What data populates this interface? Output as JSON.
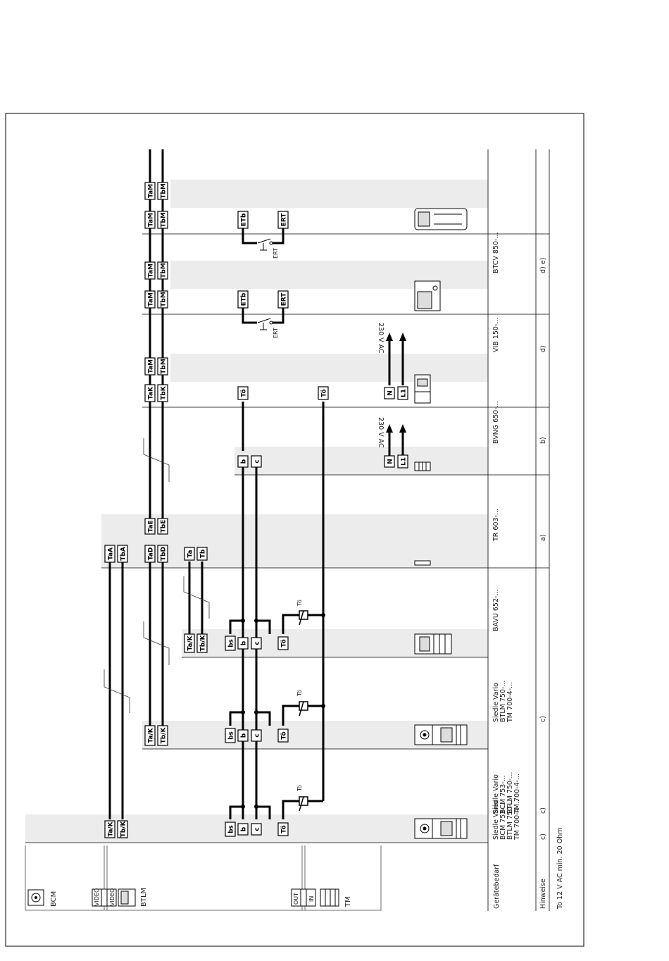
{
  "diagram": {
    "row_labels": {
      "devices": "Gerätebedarf",
      "notes": "Hinweise"
    },
    "footnote": "To 12 V AC min. 20 Ohm",
    "legend": {
      "bcm": "BCM",
      "btlm": "BTLM",
      "tm": "TM",
      "video1": "VIDEO",
      "video2": "VIDEO",
      "out": "OUT",
      "in": "IN"
    },
    "columns": [
      {
        "id": "c1",
        "devices": [
          "Siedle Vario",
          "BCM 753-...",
          "BTLM 750-...",
          "TM 700-4-..."
        ],
        "note": "c)",
        "terminals": [
          "Ta/K",
          "Tb/K",
          "bs",
          "b",
          "c",
          "Tö"
        ]
      },
      {
        "id": "c2",
        "devices": [
          "Siedle Vario",
          "BCM 753-...",
          "BTLM 750-...",
          "TM 700-4-..."
        ],
        "note": "c)",
        "terminals": [
          "Ta/K",
          "Tb/K",
          "bs",
          "b",
          "c",
          "Tö"
        ]
      },
      {
        "id": "c3",
        "devices": [
          "Siedle Vario",
          "BTLM 750-...",
          "TM 700-4-..."
        ],
        "note": "c)",
        "terminals": [
          "Ta/K",
          "Tb/K",
          "bs",
          "b",
          "c",
          "Tö"
        ]
      },
      {
        "id": "c4",
        "devices": [
          "BAVU 652-..."
        ],
        "note": "",
        "terminals": [
          "TaA",
          "TbA",
          "TaD",
          "TbD",
          "Ta",
          "Tb",
          "TaE",
          "TbE"
        ]
      },
      {
        "id": "c5",
        "devices": [
          "TR 603-..."
        ],
        "note": "a)",
        "terminals": [
          "b",
          "c",
          "N",
          "L1"
        ]
      },
      {
        "id": "c6",
        "devices": [
          "BVNG 650-..."
        ],
        "note": "b)",
        "terminals": [
          "TaK",
          "TbK",
          "Tö",
          "Tö",
          "N",
          "L1",
          "TaM",
          "TbM"
        ]
      },
      {
        "id": "c7",
        "devices": [
          "VIB 150-..."
        ],
        "note": "d)",
        "terminals": [
          "TaM",
          "TbM",
          "ETb",
          "ERT",
          "TaM",
          "TbM"
        ]
      },
      {
        "id": "c8",
        "devices": [
          "BTCV 850-..."
        ],
        "note": "d) e)",
        "terminals": [
          "TaM",
          "TbM",
          "ETb",
          "ERT",
          "TaM",
          "TbM"
        ]
      }
    ],
    "annotations": {
      "mains": "230 V AC",
      "ert": "ERT",
      "to": "Tö"
    }
  }
}
